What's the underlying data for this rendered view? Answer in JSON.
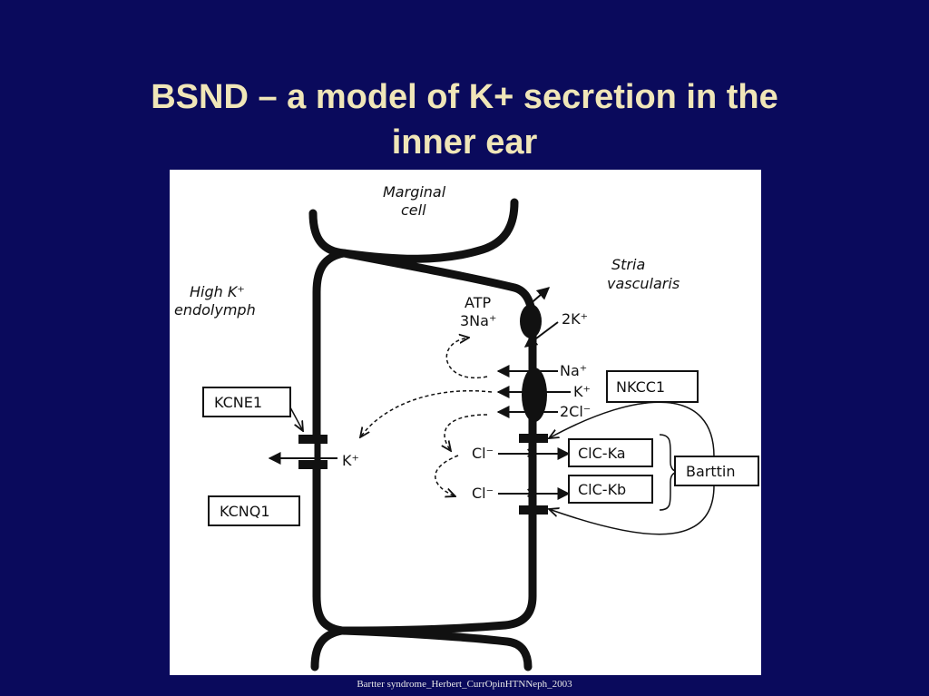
{
  "slide": {
    "title_line1": "BSND – a model of K+ secretion in the",
    "title_line2": "inner ear",
    "caption": "Bartter syndrome_Herbert_CurrOpinHTNNeph_2003"
  },
  "diagram": {
    "marginal_cell_line1": "Marginal",
    "marginal_cell_line2": "cell",
    "endolymph_line1": "High K⁺",
    "endolymph_line2": "endolymph",
    "stria_line1": "Stria",
    "stria_line2": "vascularis",
    "atp": "ATP",
    "na3": "3Na⁺",
    "k2": "2K⁺",
    "na": "Na⁺",
    "k": "K⁺",
    "cl2": "2Cl⁻",
    "k_left": "K⁺",
    "cl_a": "Cl⁻",
    "cl_b": "Cl⁻",
    "box_kcne1": "KCNE1",
    "box_kcnq1": "KCNQ1",
    "box_nkcc1": "NKCC1",
    "box_clcka": "ClC-Ka",
    "box_clckb": "ClC-Kb",
    "box_barttin": "Barttin"
  }
}
